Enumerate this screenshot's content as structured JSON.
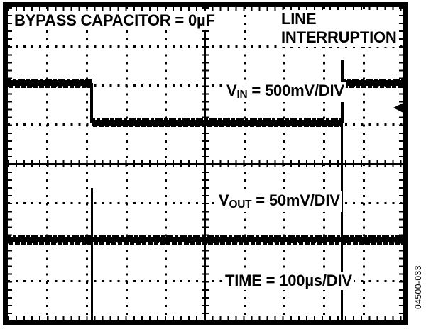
{
  "figure": {
    "annotations": {
      "bypass_capacitor": "BYPASS CAPACITOR = 0µF",
      "event_line1": "LINE",
      "event_line2": "INTERRUPTION"
    },
    "scales": {
      "vin": {
        "base": "V",
        "sub": "IN",
        "rest": " = 500mV/DIV"
      },
      "vout": {
        "base": "V",
        "sub": "OUT",
        "rest": " = 50mV/DIV"
      },
      "time": "TIME = 100µs/DIV"
    },
    "figure_number": "04500-033"
  },
  "chart_data": {
    "type": "line",
    "title": "Oscilloscope capture: line interruption transient response, bypass capacitor = 0µF",
    "x_divisions": 10,
    "y_divisions": 8,
    "x_axis": {
      "label": "TIME",
      "scale_per_div": "100µs"
    },
    "grid": "oscilloscope graticule: dotted division lines, solid center axes with minor ticks every 0.2 div, minor tick marks along all four borders",
    "series": [
      {
        "name": "VIN",
        "scale_per_div": "500mV",
        "points_div": [
          [
            0,
            1.94
          ],
          [
            2.12,
            1.94
          ],
          [
            2.12,
            2.95
          ],
          [
            8.45,
            2.95
          ],
          [
            8.45,
            1.36
          ],
          [
            8.45,
            1.94
          ],
          [
            10,
            1.94
          ]
        ],
        "description": "Input rail: high for about 2.1 div, steps down 1 div (about 500mV) for about 6.3 div (about 630µs) during line interruption, then recovers with a brief upward overshoot"
      },
      {
        "name": "VOUT",
        "scale_per_div": "50mV",
        "points_div": [
          [
            0,
            5.94
          ],
          [
            10,
            5.94
          ]
        ],
        "spikes_div": [
          {
            "x": 2.12,
            "y_top": 4.62,
            "y_bottom": 8
          },
          {
            "x": 8.45,
            "y_top": 1.36,
            "y_bottom": 8
          }
        ],
        "description": "Output: flat baseline with large clipped transient spikes at the start and end of the line interruption (no bypass capacitor)"
      }
    ],
    "marker": {
      "shape": "left-arrow",
      "position": "right-edge",
      "y_div": 2.57
    }
  }
}
